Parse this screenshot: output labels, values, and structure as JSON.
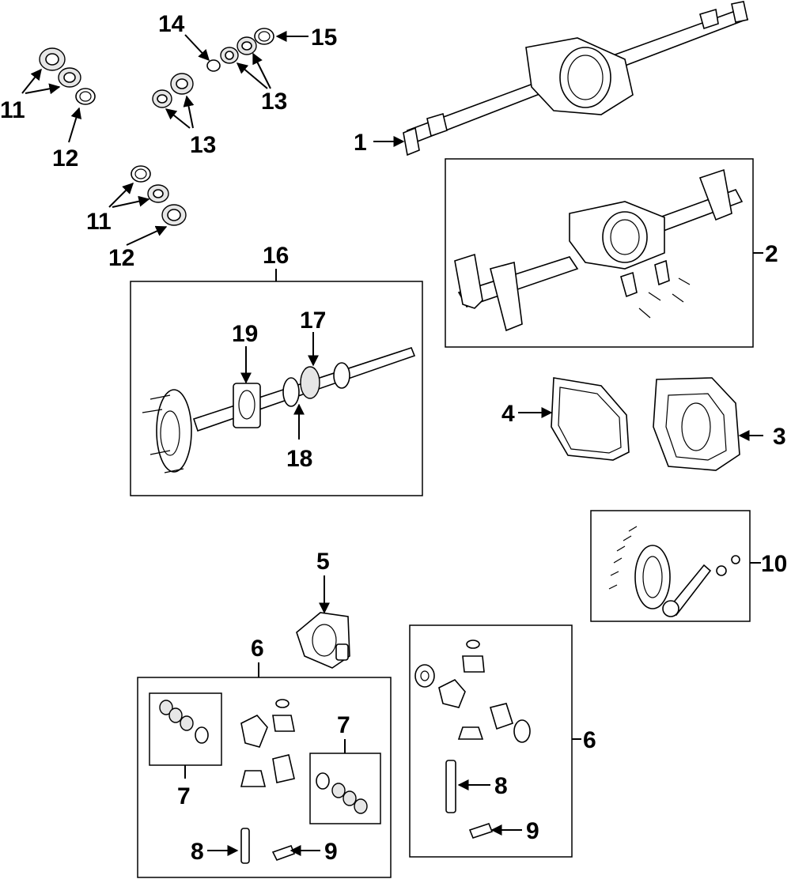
{
  "callouts": {
    "c1": "1",
    "c2": "2",
    "c3": "3",
    "c4": "4",
    "c5": "5",
    "c6a": "6",
    "c6b": "6",
    "c7a": "7",
    "c7b": "7",
    "c8a": "8",
    "c8b": "8",
    "c9a": "9",
    "c9b": "9",
    "c10": "10",
    "c11a": "11",
    "c11b": "11",
    "c12a": "12",
    "c12b": "12",
    "c13a": "13",
    "c13b": "13",
    "c14": "14",
    "c15": "15",
    "c16": "16",
    "c17": "17",
    "c18": "18",
    "c19": "19"
  }
}
